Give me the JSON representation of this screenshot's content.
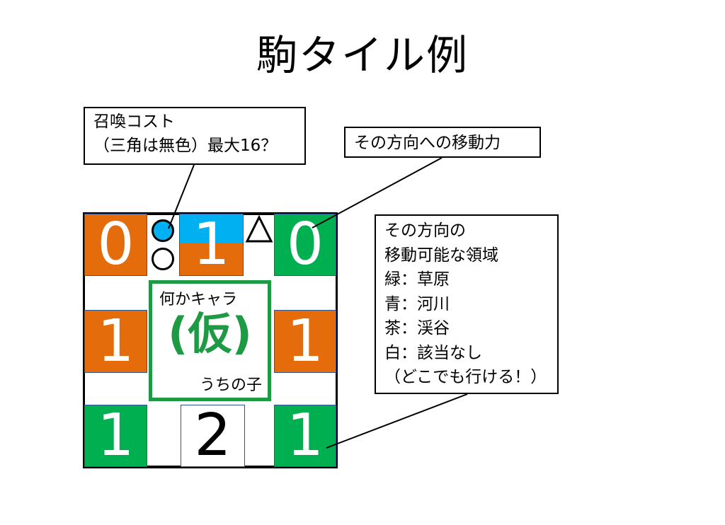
{
  "title": "駒タイル例",
  "colors": {
    "orange": "#e46c0a",
    "green": "#00b050",
    "blue": "#00b0f0",
    "frame_green": "#1e9a45"
  },
  "tile": {
    "top_left": {
      "value": "0",
      "color": "orange"
    },
    "top_center": {
      "value": "1",
      "color": "blue/orange"
    },
    "top_right": {
      "value": "0",
      "color": "green"
    },
    "middle_left": {
      "value": "1",
      "color": "orange"
    },
    "middle_right": {
      "value": "1",
      "color": "orange"
    },
    "bottom_left": {
      "value": "1",
      "color": "green"
    },
    "bottom_center": {
      "value": "2",
      "color": "white"
    },
    "bottom_right": {
      "value": "1",
      "color": "green"
    },
    "cost_symbols": [
      "blue-circle",
      "white-circle",
      "triangle"
    ],
    "triangle_symbol": "△",
    "character": {
      "top_label": "何かキャラ",
      "name": "(仮)",
      "bottom_label": "うちの子"
    }
  },
  "callouts": {
    "summon_cost": {
      "line1": "召喚コスト",
      "line2": "（三角は無色）最大16？"
    },
    "movement_power": {
      "text": "その方向への移動力"
    },
    "movable_area": {
      "lines": [
        "その方向の",
        "移動可能な領域",
        "緑：草原",
        "青：河川",
        "茶：渓谷",
        "白：該当なし",
        "（どこでも行ける！）"
      ]
    }
  }
}
